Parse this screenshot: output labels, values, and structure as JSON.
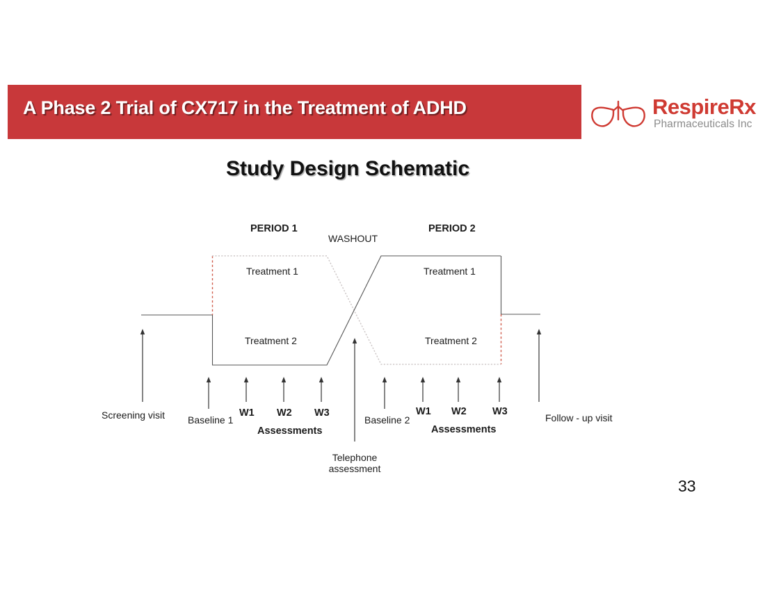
{
  "header": {
    "title": "A Phase 2 Trial of CX717 in the Treatment of ADHD",
    "bar_color": "#c8383a"
  },
  "logo": {
    "mark_name": "lungs-icon",
    "brand": "RespireRx",
    "subtitle": "Pharmaceuticals Inc",
    "brand_color": "#cf3a32",
    "subtitle_color": "#8b8b8b"
  },
  "slide": {
    "title": "Study Design Schematic",
    "page_number": "33"
  },
  "schematic": {
    "period_1": "PERIOD 1",
    "period_2": "PERIOD 2",
    "washout": "WASHOUT",
    "p1_top_treatment": "Treatment 1",
    "p1_bottom_treatment": "Treatment 2",
    "p2_top_treatment": "Treatment 1",
    "p2_bottom_treatment": "Treatment 2",
    "screening_visit": "Screening visit",
    "baseline_1": "Baseline 1",
    "baseline_2": "Baseline 2",
    "assessments_1": "Assessments",
    "assessments_2": "Assessments",
    "weeks_1": [
      "W1",
      "W2",
      "W3"
    ],
    "weeks_2": [
      "W1",
      "W2",
      "W3"
    ],
    "telephone_line_1": "Telephone",
    "telephone_line_2": "assessment",
    "follow_up_visit": "Follow - up visit",
    "arm_a_color": "#cf5a4a",
    "arm_b_color": "#555555"
  }
}
